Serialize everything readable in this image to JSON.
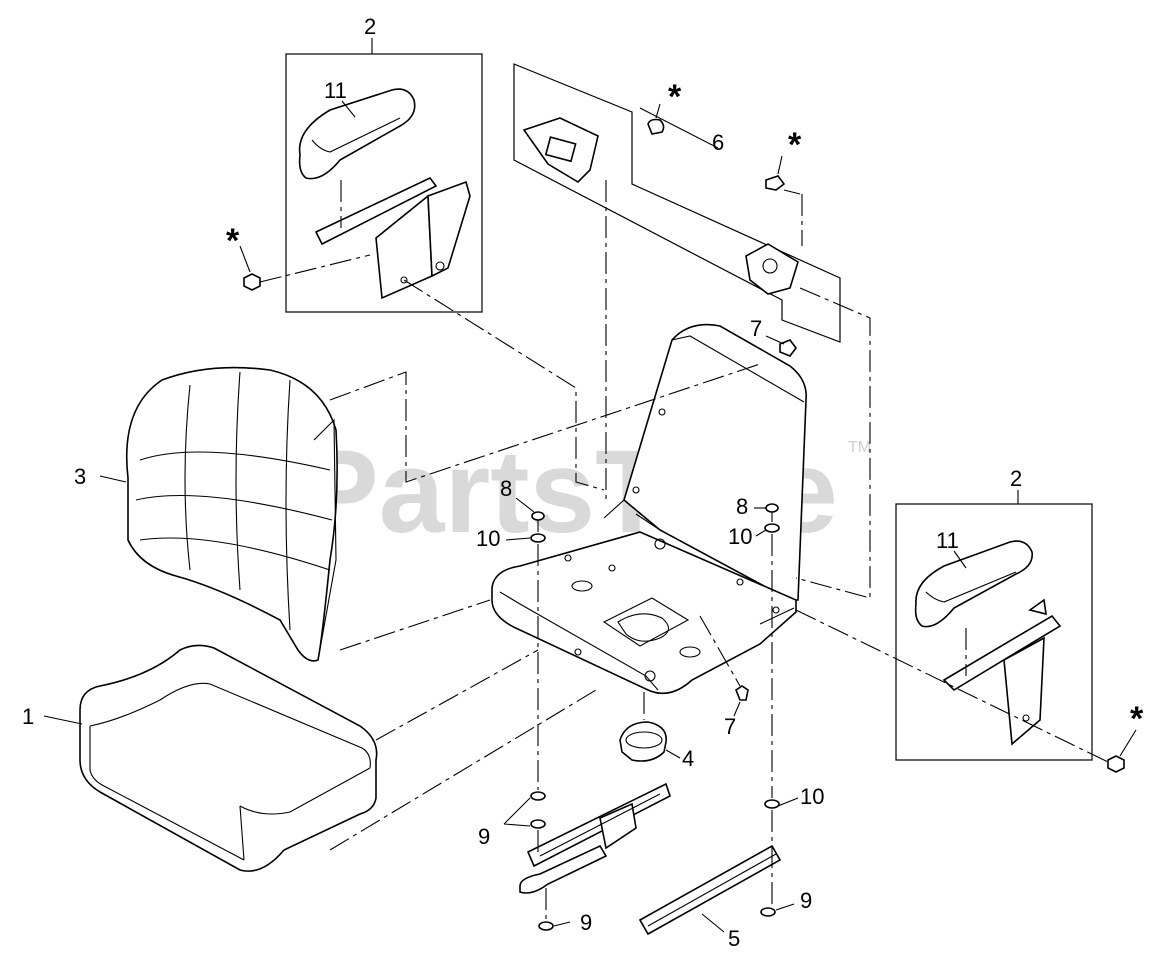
{
  "watermark": {
    "text": "PartsTree",
    "trademark": "TM"
  },
  "callouts": {
    "seat_cushion": "1",
    "armrest_kit_left": "2",
    "armrest_kit_right": "2",
    "seat_back": "3",
    "swivel": "4",
    "slide_rail": "5",
    "seat_switch_kit": "6",
    "screw_top": "7",
    "screw_bottom": "7",
    "nut_left": "8",
    "nut_right": "8",
    "washer_left": "10",
    "washer_right_top": "10",
    "washer_right_bottom": "10",
    "spacer_left": "9",
    "spacer_left_bottom": "9",
    "spacer_right_bottom": "9",
    "armrest_pad_left": "11",
    "armrest_pad_right": "11",
    "hardware_left": "*",
    "hardware_switch_a": "*",
    "hardware_switch_b": "*",
    "hardware_right": "*"
  }
}
